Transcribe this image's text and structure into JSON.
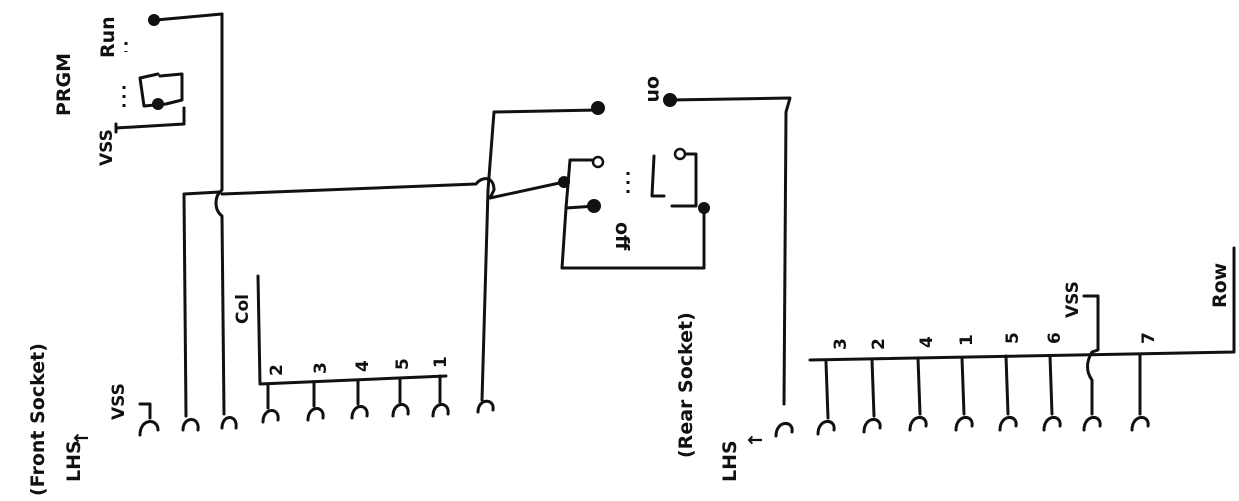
{
  "labels": {
    "front_socket": "(Front Socket)",
    "rear_socket": "(Rear Socket)",
    "lhs_front": "LHS",
    "lhs_rear": "LHS",
    "arrow_front": "↑",
    "arrow_rear": "↑",
    "prgm": "PRGM",
    "run": "Run",
    "vss_switch": "VSS",
    "vss_front": "VSS",
    "vss_rear": "VSS",
    "col": "Col",
    "row": "Row",
    "on": "on",
    "off": "off"
  },
  "col_pins": [
    "2",
    "3",
    "4",
    "5",
    "1"
  ],
  "row_pins": [
    "3",
    "2",
    "4",
    "1",
    "5",
    "6",
    "7"
  ]
}
